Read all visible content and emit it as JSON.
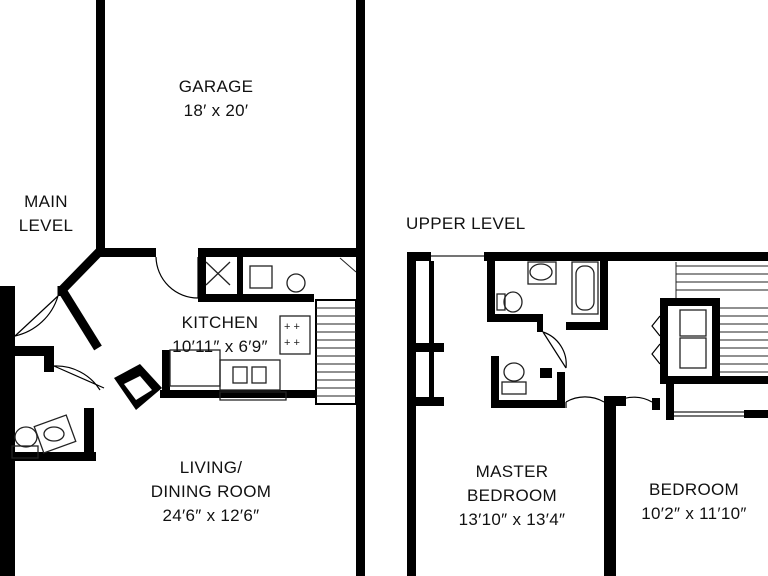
{
  "floorplan": {
    "main_level": {
      "heading_line1": "MAIN",
      "heading_line2": "LEVEL",
      "garage": {
        "name": "GARAGE",
        "size": "18′ x 20′"
      },
      "kitchen": {
        "name": "KITCHEN",
        "size": "10′11″ x 6′9″"
      },
      "living": {
        "name_line1": "LIVING/",
        "name_line2": "DINING ROOM",
        "size": "24′6″ x 12′6″"
      }
    },
    "upper_level": {
      "heading": "UPPER LEVEL",
      "master_bedroom": {
        "name_line1": "MASTER",
        "name_line2": "BEDROOM",
        "size": "13′10″ x 13′4″"
      },
      "bedroom": {
        "name": "BEDROOM",
        "size": "10′2″ x 11′10″"
      }
    },
    "colors": {
      "wall": "#000000",
      "fixture": "#222222",
      "background": "#ffffff"
    }
  }
}
